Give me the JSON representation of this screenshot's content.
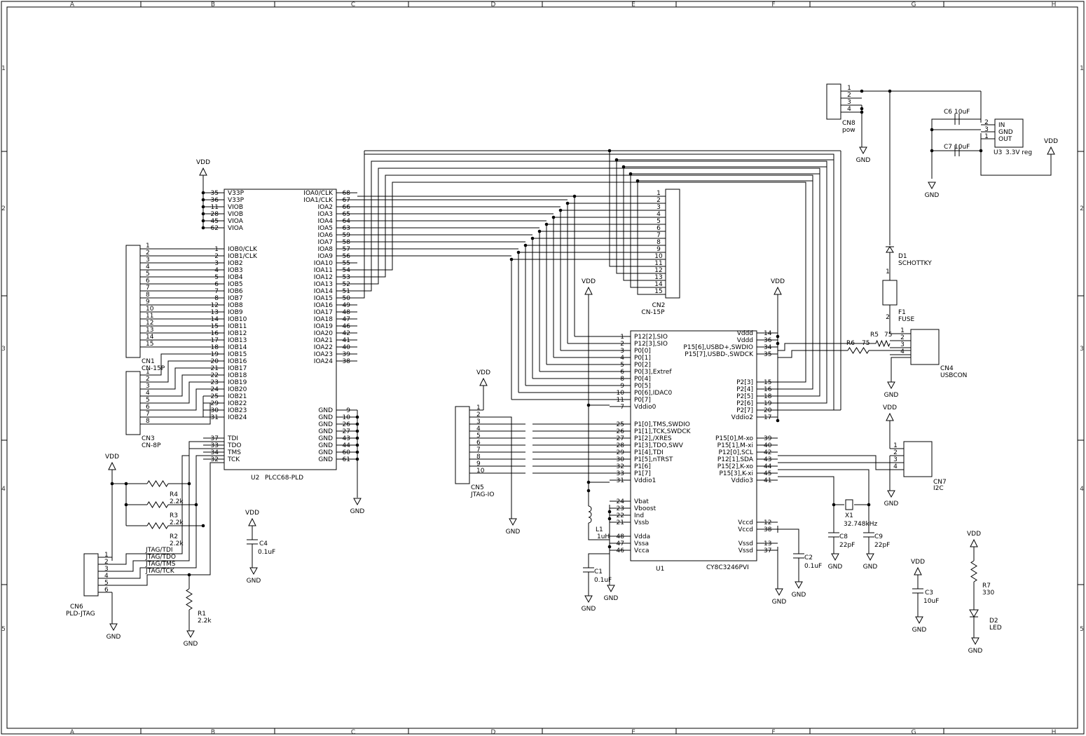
{
  "frame": {
    "cols": [
      "A",
      "B",
      "C",
      "D",
      "E",
      "F",
      "G",
      "H"
    ],
    "rows": [
      "1",
      "2",
      "3",
      "4",
      "5"
    ]
  },
  "u2": {
    "ref": "U2",
    "name": "PLCC68-PLD",
    "power_pins": [
      {
        "num": "35",
        "name": "V33P"
      },
      {
        "num": "36",
        "name": "V33P"
      },
      {
        "num": "11",
        "name": "VIOB"
      },
      {
        "num": "28",
        "name": "VIOB"
      },
      {
        "num": "45",
        "name": "VIOA"
      },
      {
        "num": "62",
        "name": "VIOA"
      }
    ],
    "iob_pins": [
      {
        "num": "1",
        "name": "IOB0/CLK"
      },
      {
        "num": "2",
        "name": "IOB1/CLK"
      },
      {
        "num": "3",
        "name": "IOB2"
      },
      {
        "num": "4",
        "name": "IOB3"
      },
      {
        "num": "5",
        "name": "IOB4"
      },
      {
        "num": "6",
        "name": "IOB5"
      },
      {
        "num": "7",
        "name": "IOB6"
      },
      {
        "num": "8",
        "name": "IOB7"
      },
      {
        "num": "12",
        "name": "IOB8"
      },
      {
        "num": "13",
        "name": "IOB9"
      },
      {
        "num": "14",
        "name": "IOB10"
      },
      {
        "num": "15",
        "name": "IOB11"
      },
      {
        "num": "16",
        "name": "IOB12"
      },
      {
        "num": "17",
        "name": "IOB13"
      },
      {
        "num": "18",
        "name": "IOB14"
      },
      {
        "num": "19",
        "name": "IOB15"
      },
      {
        "num": "20",
        "name": "IOB16"
      },
      {
        "num": "21",
        "name": "IOB17"
      },
      {
        "num": "22",
        "name": "IOB18"
      },
      {
        "num": "23",
        "name": "IOB19"
      },
      {
        "num": "24",
        "name": "IOB20"
      },
      {
        "num": "25",
        "name": "IOB21"
      },
      {
        "num": "29",
        "name": "IOB22"
      },
      {
        "num": "30",
        "name": "IOB23"
      },
      {
        "num": "31",
        "name": "IOB24"
      }
    ],
    "jtag_pins": [
      {
        "num": "37",
        "name": "TDI"
      },
      {
        "num": "33",
        "name": "TDO"
      },
      {
        "num": "34",
        "name": "TMS"
      },
      {
        "num": "32",
        "name": "TCK"
      }
    ],
    "ioa_pins": [
      {
        "num": "68",
        "name": "IOA0/CLK"
      },
      {
        "num": "67",
        "name": "IOA1/CLK"
      },
      {
        "num": "66",
        "name": "IOA2"
      },
      {
        "num": "65",
        "name": "IOA3"
      },
      {
        "num": "64",
        "name": "IOA4"
      },
      {
        "num": "63",
        "name": "IOA5"
      },
      {
        "num": "59",
        "name": "IOA6"
      },
      {
        "num": "58",
        "name": "IOA7"
      },
      {
        "num": "57",
        "name": "IOA8"
      },
      {
        "num": "56",
        "name": "IOA9"
      },
      {
        "num": "55",
        "name": "IOA10"
      },
      {
        "num": "54",
        "name": "IOA11"
      },
      {
        "num": "53",
        "name": "IOA12"
      },
      {
        "num": "52",
        "name": "IOA13"
      },
      {
        "num": "51",
        "name": "IOA14"
      },
      {
        "num": "50",
        "name": "IOA15"
      },
      {
        "num": "49",
        "name": "IOA16"
      },
      {
        "num": "48",
        "name": "IOA17"
      },
      {
        "num": "47",
        "name": "IOA18"
      },
      {
        "num": "46",
        "name": "IOA19"
      },
      {
        "num": "42",
        "name": "IOA20"
      },
      {
        "num": "41",
        "name": "IOA21"
      },
      {
        "num": "40",
        "name": "IOA22"
      },
      {
        "num": "39",
        "name": "IOA23"
      },
      {
        "num": "38",
        "name": "IOA24"
      }
    ],
    "gnd_pins": [
      {
        "num": "9",
        "name": "GND"
      },
      {
        "num": "10",
        "name": "GND"
      },
      {
        "num": "26",
        "name": "GND"
      },
      {
        "num": "27",
        "name": "GND"
      },
      {
        "num": "43",
        "name": "GND"
      },
      {
        "num": "44",
        "name": "GND"
      },
      {
        "num": "60",
        "name": "GND"
      },
      {
        "num": "61",
        "name": "GND"
      }
    ]
  },
  "u1": {
    "ref": "U1",
    "name": "CY8C3246PVI",
    "left_pins": [
      {
        "num": "1",
        "name": "P12[2],SIO"
      },
      {
        "num": "2",
        "name": "P12[3],SIO"
      },
      {
        "num": "3",
        "name": "P0[0]"
      },
      {
        "num": "4",
        "name": "P0[1]"
      },
      {
        "num": "5",
        "name": "P0[2]"
      },
      {
        "num": "6",
        "name": "P0[3],Extref"
      },
      {
        "num": "8",
        "name": "P0[4]"
      },
      {
        "num": "9",
        "name": "P0[5]"
      },
      {
        "num": "10",
        "name": "P0[6],IDAC0"
      },
      {
        "num": "11",
        "name": "P0[7]"
      },
      {
        "num": "7",
        "name": "Vddio0"
      }
    ],
    "left_pins2": [
      {
        "num": "25",
        "name": "P1[0],TMS,SWDIO"
      },
      {
        "num": "26",
        "name": "P1[1],TCK,SWDCK"
      },
      {
        "num": "27",
        "name": "P1[2],/XRES"
      },
      {
        "num": "28",
        "name": "P1[3],TDO,SWV"
      },
      {
        "num": "29",
        "name": "P1[4],TDI"
      },
      {
        "num": "30",
        "name": "P1[5],nTRST"
      },
      {
        "num": "32",
        "name": "P1[6]"
      },
      {
        "num": "33",
        "name": "P1[7]"
      },
      {
        "num": "31",
        "name": "Vddio1"
      }
    ],
    "left_pins3": [
      {
        "num": "24",
        "name": "Vbat"
      },
      {
        "num": "23",
        "name": "Vboost"
      },
      {
        "num": "22",
        "name": "Ind"
      },
      {
        "num": "21",
        "name": "Vssb"
      }
    ],
    "left_pins4": [
      {
        "num": "48",
        "name": "Vdda"
      },
      {
        "num": "47",
        "name": "Vssa"
      },
      {
        "num": "46",
        "name": "Vcca"
      }
    ],
    "right_pins1": [
      {
        "num": "14",
        "name": "Vddd"
      },
      {
        "num": "36",
        "name": "Vddd"
      },
      {
        "num": "34",
        "name": "P15[6],USBD+,SWDIO"
      },
      {
        "num": "35",
        "name": "P15[7],USBD-,SWDCK"
      }
    ],
    "right_pins2": [
      {
        "num": "15",
        "name": "P2[3]"
      },
      {
        "num": "16",
        "name": "P2[4]"
      },
      {
        "num": "18",
        "name": "P2[5]"
      },
      {
        "num": "19",
        "name": "P2[6]"
      },
      {
        "num": "20",
        "name": "P2[7]"
      },
      {
        "num": "17",
        "name": "Vddio2"
      }
    ],
    "right_pins3": [
      {
        "num": "39",
        "name": "P15[0],M-xo"
      },
      {
        "num": "40",
        "name": "P15[1],M-xi"
      },
      {
        "num": "42",
        "name": "P12[0],SCL"
      },
      {
        "num": "43",
        "name": "P12[1],SDA"
      },
      {
        "num": "44",
        "name": "P15[2],K-xo"
      },
      {
        "num": "45",
        "name": "P15[3],K-xi"
      },
      {
        "num": "41",
        "name": "Vddio3"
      }
    ],
    "right_pins4": [
      {
        "num": "12",
        "name": "Vccd"
      },
      {
        "num": "38",
        "name": "Vccd"
      }
    ],
    "right_pins5": [
      {
        "num": "13",
        "name": "Vssd"
      },
      {
        "num": "37",
        "name": "Vssd"
      }
    ]
  },
  "cn1": {
    "ref": "CN1",
    "name": "CN-15P",
    "pins": [
      "1",
      "2",
      "3",
      "4",
      "5",
      "6",
      "7",
      "8",
      "9",
      "10",
      "11",
      "12",
      "13",
      "14",
      "15"
    ]
  },
  "cn2": {
    "ref": "CN2",
    "name": "CN-15P",
    "pins": [
      "1",
      "2",
      "3",
      "4",
      "5",
      "6",
      "7",
      "8",
      "9",
      "10",
      "11",
      "12",
      "13",
      "14",
      "15"
    ]
  },
  "cn3": {
    "ref": "CN3",
    "name": "CN-8P",
    "pins": [
      "1",
      "2",
      "3",
      "4",
      "5",
      "6",
      "7",
      "8"
    ]
  },
  "cn4": {
    "ref": "CN4",
    "name": "USBCON",
    "pins": [
      "1",
      "2",
      "3",
      "4"
    ]
  },
  "cn5": {
    "ref": "CN5",
    "name": "JTAG-IO",
    "pins": [
      "1",
      "2",
      "3",
      "4",
      "5",
      "6",
      "7",
      "8",
      "9",
      "10"
    ]
  },
  "cn6": {
    "ref": "CN6",
    "name": "PLD-JTAG",
    "pins": [
      "1",
      "2",
      "3",
      "4",
      "5",
      "6"
    ],
    "signals": [
      "JTAG/TDI",
      "JTAG/TDO",
      "JTAG/TMS",
      "JTAG/TCK"
    ]
  },
  "cn7": {
    "ref": "CN7",
    "name": "I2C",
    "pins": [
      "1",
      "2",
      "3",
      "4"
    ]
  },
  "cn8": {
    "ref": "CN8",
    "name": "pow",
    "pins": [
      "1",
      "2",
      "3",
      "4"
    ]
  },
  "u3": {
    "ref": "U3",
    "name": "3.3V reg",
    "pins": [
      {
        "num": "2",
        "name": "IN"
      },
      {
        "num": "3",
        "name": "GND"
      },
      {
        "num": "1",
        "name": "OUT"
      }
    ]
  },
  "parts": {
    "r1": {
      "ref": "R1",
      "value": "2.2k"
    },
    "r2": {
      "ref": "R2",
      "value": "2.2k"
    },
    "r3": {
      "ref": "R3",
      "value": "2.2k"
    },
    "r4": {
      "ref": "R4",
      "value": "2.2k"
    },
    "r5": {
      "ref": "R5",
      "value": "75"
    },
    "r6": {
      "ref": "R6",
      "value": "75"
    },
    "r7": {
      "ref": "R7",
      "value": "330"
    },
    "c1": {
      "ref": "C1",
      "value": "0.1uF"
    },
    "c2": {
      "ref": "C2",
      "value": "0.1uF"
    },
    "c3": {
      "ref": "C3",
      "value": "10uF"
    },
    "c4": {
      "ref": "C4",
      "value": "0.1uF"
    },
    "c6": {
      "ref": "C6",
      "value": "10uF"
    },
    "c7": {
      "ref": "C7",
      "value": "10uF"
    },
    "c8": {
      "ref": "C8",
      "value": "22pF"
    },
    "c9": {
      "ref": "C9",
      "value": "22pF"
    },
    "l1": {
      "ref": "L1",
      "value": "1uH"
    },
    "x1": {
      "ref": "X1",
      "value": "32.748kHz"
    },
    "d1": {
      "ref": "D1",
      "value": "SCHOTTKY"
    },
    "d2": {
      "ref": "D2",
      "value": "LED"
    },
    "f1": {
      "ref": "F1",
      "value": "FUSE",
      "pins": [
        "1",
        "2"
      ]
    }
  },
  "nets": {
    "vdd": "VDD",
    "gnd": "GND"
  }
}
